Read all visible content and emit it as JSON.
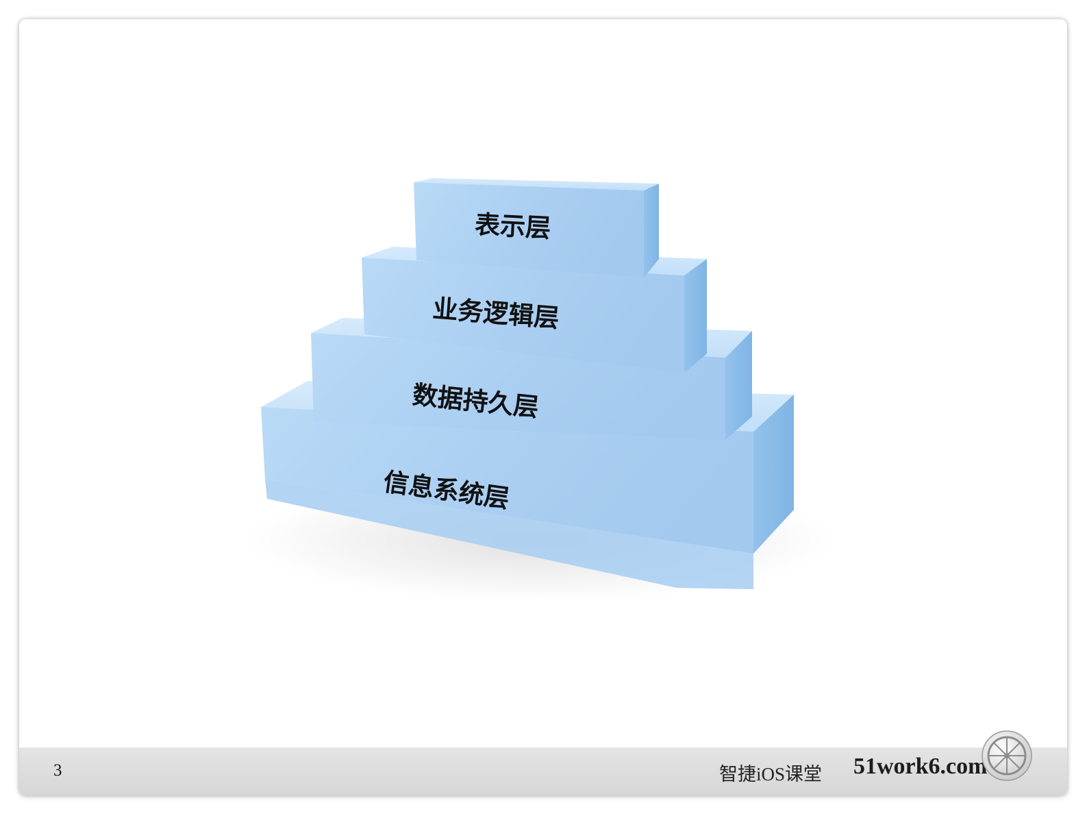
{
  "diagram": {
    "layers": [
      {
        "label": "表示层"
      },
      {
        "label": "业务逻辑层"
      },
      {
        "label": "数据持久层"
      },
      {
        "label": "信息系统层"
      }
    ],
    "colors": {
      "front": "#aed2f4",
      "top": "#cbe4fa",
      "side": "#8ebfeb"
    }
  },
  "footer": {
    "page_number": "3",
    "brand_name": "智捷iOS课堂",
    "brand_site": "51work6.com",
    "logo_icon": "wheel-logo-icon"
  }
}
